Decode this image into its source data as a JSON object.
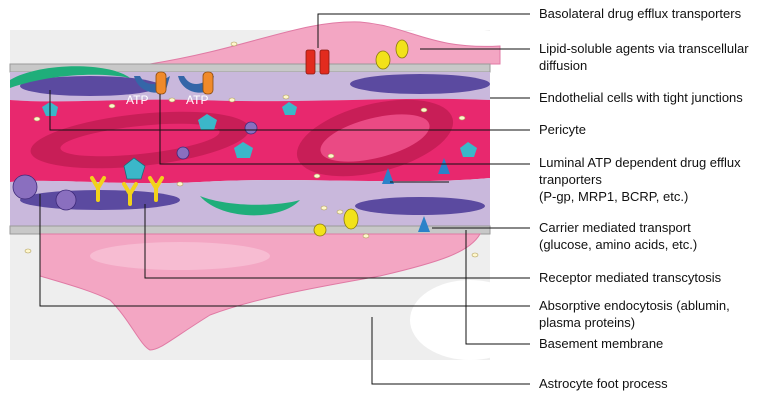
{
  "labels": {
    "basolateral": "Basolateral drug efflux transporters",
    "lipid_line1": "Lipid-soluble agents via transcellular",
    "lipid_line2": "diffusion",
    "endothelial": "Endothelial cells with tight junctions",
    "pericyte": "Pericyte",
    "luminal_line1": "Luminal ATP dependent drug efflux",
    "luminal_line2": "tranporters",
    "luminal_line3": "(P-gp, MRP1, BCRP, etc.)",
    "carrier_line1": "Carrier mediated transport",
    "carrier_line2": "(glucose, amino acids, etc.)",
    "receptor": "Receptor mediated transcytosis",
    "absorptive_line1": "Absorptive endocytosis (ablumin,",
    "absorptive_line2": "plasma proteins)",
    "basement": "Basement membrane",
    "astrocyte": "Astrocyte foot process"
  },
  "atp_labels": [
    "ATP",
    "ATP"
  ],
  "colors": {
    "lumen": "#e8286e",
    "rbc": "#c81e57",
    "endothelium": "#c9b8dc",
    "nucleus": "#5b4aa0",
    "astrocyte": "#f3a6c3",
    "pericyte": "#1fae7a",
    "membrane": "#c8c8c8",
    "drug_yellow": "#f2e21a",
    "efflux_red": "#e22b1e",
    "atp_orange": "#f08a2a",
    "receptor_yellow": "#f2d21a",
    "vesicle": "#8a6fbf",
    "triangle_blue": "#2b82c9",
    "hexagon_cyan": "#3bb7c9"
  }
}
